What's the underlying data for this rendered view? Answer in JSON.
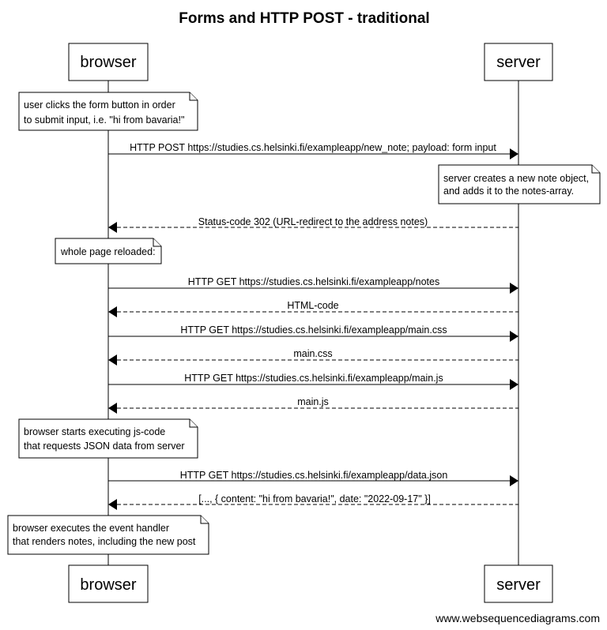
{
  "title": "Forms and HTTP POST - traditional",
  "actors": {
    "browser": "browser",
    "server": "server"
  },
  "notes": {
    "submit": [
      "user clicks the form button in order",
      "to submit input, i.e. \"hi from bavaria!\""
    ],
    "server_create": [
      "server creates a new note object,",
      "and adds it to the notes-array."
    ],
    "reload": [
      "whole page reloaded:"
    ],
    "js_exec": [
      "browser starts executing js-code",
      "that requests JSON data from server"
    ],
    "event_handler": [
      "browser executes the event handler",
      "that renders notes, including the new post"
    ]
  },
  "messages": {
    "post": "HTTP POST https://studies.cs.helsinki.fi/exampleapp/new_note; payload: form input",
    "redirect": "Status-code 302 (URL-redirect to the address notes)",
    "get_notes": "HTTP GET https://studies.cs.helsinki.fi/exampleapp/notes",
    "html_code": "HTML-code",
    "get_css": "HTTP GET https://studies.cs.helsinki.fi/exampleapp/main.css",
    "css": "main.css",
    "get_js": "HTTP GET https://studies.cs.helsinki.fi/exampleapp/main.js",
    "js": "main.js",
    "get_json": "HTTP GET https://studies.cs.helsinki.fi/exampleapp/data.json",
    "json": "[..., { content: \"hi from bavaria!\", date: \"2022-09-17\" }]"
  },
  "footer": "www.websequencediagrams.com"
}
